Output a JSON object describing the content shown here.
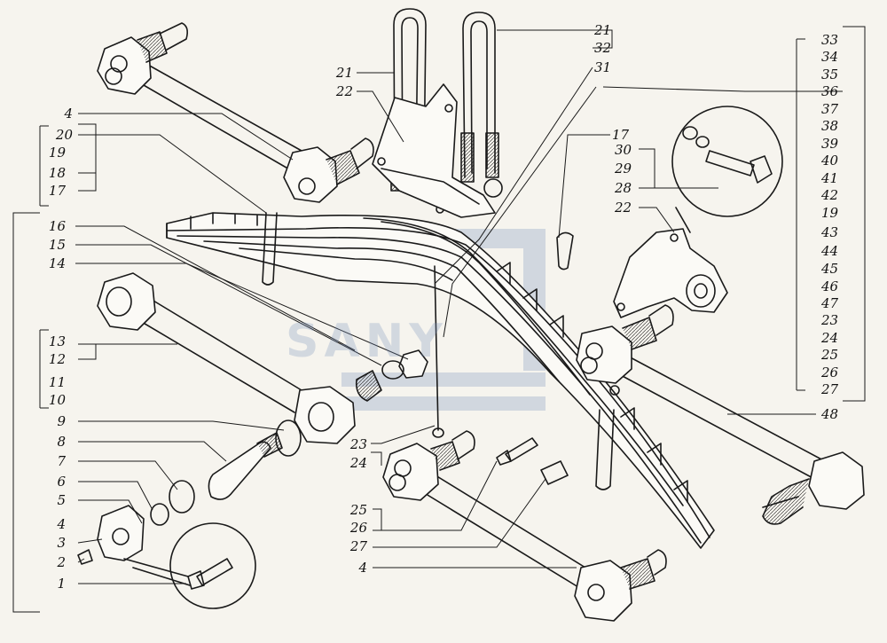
{
  "diagram": {
    "watermark_text": "SANY",
    "colors": {
      "ink": "#1a1a1a",
      "paper": "#f6f4ee",
      "watermark": "#a6b6cf"
    },
    "callouts_left": [
      "4",
      "20",
      "19",
      "18",
      "17",
      "16",
      "15",
      "14",
      "13",
      "12",
      "11",
      "10",
      "9",
      "8",
      "7",
      "6",
      "5",
      "4",
      "3",
      "2",
      "1"
    ],
    "callouts_top": [
      "21",
      "22",
      "21",
      "32",
      "31",
      "17",
      "30",
      "29",
      "28",
      "22"
    ],
    "callouts_bottom": [
      "23",
      "24",
      "25",
      "26",
      "27",
      "4"
    ],
    "callouts_right": [
      "33",
      "34",
      "35",
      "36",
      "37",
      "38",
      "39",
      "40",
      "41",
      "42",
      "19",
      "43",
      "44",
      "45",
      "46",
      "47",
      "23",
      "24",
      "25",
      "26",
      "27",
      "48"
    ]
  }
}
